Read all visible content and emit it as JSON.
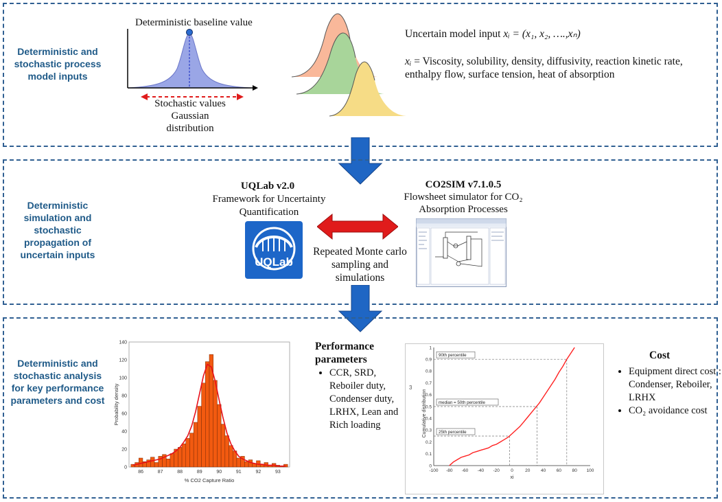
{
  "stage1": {
    "label": "Deterministic and stochastic process model inputs",
    "baseline_label": "Deterministic baseline value",
    "stochastic_label_1": "Stochastic values",
    "stochastic_label_2": "Gaussian",
    "stochastic_label_3": "distribution",
    "uncertain_input_text": "Uncertain model input",
    "uncertain_input_formula": "xᵢ = (x₁, x₂, ….,xₙ)",
    "xi_prefix": "xᵢ",
    "xi_description": " = Viscosity, solubility, density, diffusivity, reaction kinetic rate, enthalpy flow, surface tension, heat of absorption",
    "colors": {
      "blue_curve": "#9aa6e6",
      "orange_curve": "#f9b89a",
      "green_curve": "#a8d59a",
      "yellow_curve": "#f6dc86"
    }
  },
  "stage2": {
    "label": "Deterministic simulation and stochastic propagation of uncertain inputs",
    "uqlab_title": "UQLab v2.0",
    "uqlab_subtitle": "Framework for Uncertainty Quantification",
    "uqlab_logo_text": "UQLab",
    "co2sim_title": "CO2SIM v7.1.0.5",
    "co2sim_subtitle_1": "Flowsheet simulator for CO₂",
    "co2sim_subtitle_2": "Absorption Processes",
    "monte_carlo_text": "Repeated Monte carlo sampling and simulations",
    "colors": {
      "logo_blue": "#1d66c8",
      "double_arrow": "#e01b1b"
    }
  },
  "stage3": {
    "label": "Deterministic and stochastic analysis for key performance parameters and cost",
    "perf_title": "Performance parameters",
    "perf_items": [
      "CCR, SRD, Reboiler duty, Condenser duty, LRHX, Lean and Rich loading"
    ],
    "cost_title": "Cost",
    "cost_items": [
      "Equipment direct cost : Condenser, Reboiler, LRHX",
      "CO₂ avoidance cost"
    ],
    "hist_ylabel": "Probability density",
    "hist_xlabel": "% CO2 Capture Ratio",
    "hist_yticks": [
      "0",
      "20",
      "40",
      "60",
      "80",
      "100",
      "120",
      "140"
    ],
    "hist_xticks": [
      "86",
      "87",
      "88",
      "89",
      "90",
      "91",
      "92",
      "93"
    ],
    "cdf_ylabel": "Cumulative distribution",
    "cdf_xlabel": "xi",
    "cdf_stray_label": "3",
    "cdf_xticks": [
      "-100",
      "-80",
      "-60",
      "-40",
      "-20",
      "0",
      "20",
      "40",
      "60",
      "80",
      "100"
    ],
    "cdf_yticks": [
      "0",
      "0.1",
      "0.2",
      "0.3",
      "0.4",
      "0.5",
      "0.6",
      "0.7",
      "0.8",
      "0.9",
      "1"
    ],
    "p90_label": "90th percentile",
    "median_label": "median = 50th percentile",
    "p25_label": "25th percentile",
    "colors": {
      "bar_fill": "#f25a10",
      "fit_line": "#e8101a",
      "cdf_line": "#ff2020"
    }
  },
  "arrow_color": "#1f66c4",
  "chart_data": [
    {
      "type": "bar",
      "xlabel": "% CO2 Capture Ratio",
      "ylabel": "Probability density",
      "ylim": [
        0,
        140
      ],
      "xlim": [
        85.4,
        93.6
      ],
      "bin_centers": [
        85.6,
        85.8,
        86.0,
        86.2,
        86.4,
        86.6,
        86.8,
        87.0,
        87.2,
        87.4,
        87.6,
        87.8,
        88.0,
        88.2,
        88.4,
        88.6,
        88.8,
        89.0,
        89.2,
        89.4,
        89.6,
        89.8,
        90.0,
        90.2,
        90.4,
        90.6,
        90.8,
        91.0,
        91.2,
        91.4,
        91.6,
        91.8,
        92.0,
        92.2,
        92.4,
        92.6,
        92.8,
        93.0,
        93.2,
        93.4
      ],
      "values": [
        3,
        5,
        10,
        6,
        8,
        11,
        5,
        12,
        14,
        9,
        15,
        20,
        22,
        26,
        32,
        38,
        50,
        68,
        94,
        118,
        126,
        97,
        70,
        48,
        35,
        24,
        18,
        10,
        12,
        6,
        8,
        4,
        7,
        3,
        5,
        2,
        4,
        2,
        1,
        3
      ],
      "fit_curve": [
        2,
        3,
        4,
        5,
        6,
        7,
        8,
        9,
        11,
        13,
        15,
        18,
        22,
        28,
        35,
        46,
        62,
        82,
        102,
        115,
        112,
        96,
        75,
        55,
        38,
        26,
        18,
        12,
        9,
        7,
        5,
        4,
        3,
        3,
        2,
        2,
        2,
        1,
        1,
        1
      ],
      "grid": false
    },
    {
      "type": "line",
      "xlabel": "xi",
      "ylabel": "Cumulative distribution",
      "xlim": [
        -100,
        100
      ],
      "ylim": [
        0,
        1
      ],
      "x": [
        -80,
        -75,
        -70,
        -65,
        -60,
        -55,
        -50,
        -45,
        -40,
        -35,
        -30,
        -25,
        -20,
        -15,
        -10,
        -5,
        0,
        5,
        10,
        15,
        20,
        25,
        30,
        35,
        40,
        45,
        50,
        55,
        60,
        65,
        70,
        75,
        80
      ],
      "y": [
        0.0,
        0.03,
        0.05,
        0.07,
        0.08,
        0.09,
        0.11,
        0.12,
        0.13,
        0.14,
        0.15,
        0.17,
        0.18,
        0.2,
        0.22,
        0.24,
        0.27,
        0.3,
        0.33,
        0.37,
        0.41,
        0.45,
        0.49,
        0.53,
        0.58,
        0.63,
        0.68,
        0.73,
        0.79,
        0.84,
        0.9,
        0.95,
        1.0
      ],
      "percentiles": [
        {
          "label": "90th percentile",
          "p": 0.9,
          "x": 70
        },
        {
          "label": "median = 50th percentile",
          "p": 0.5,
          "x": 32
        },
        {
          "label": "25th percentile",
          "p": 0.25,
          "x": -3
        }
      ],
      "grid": false
    }
  ]
}
